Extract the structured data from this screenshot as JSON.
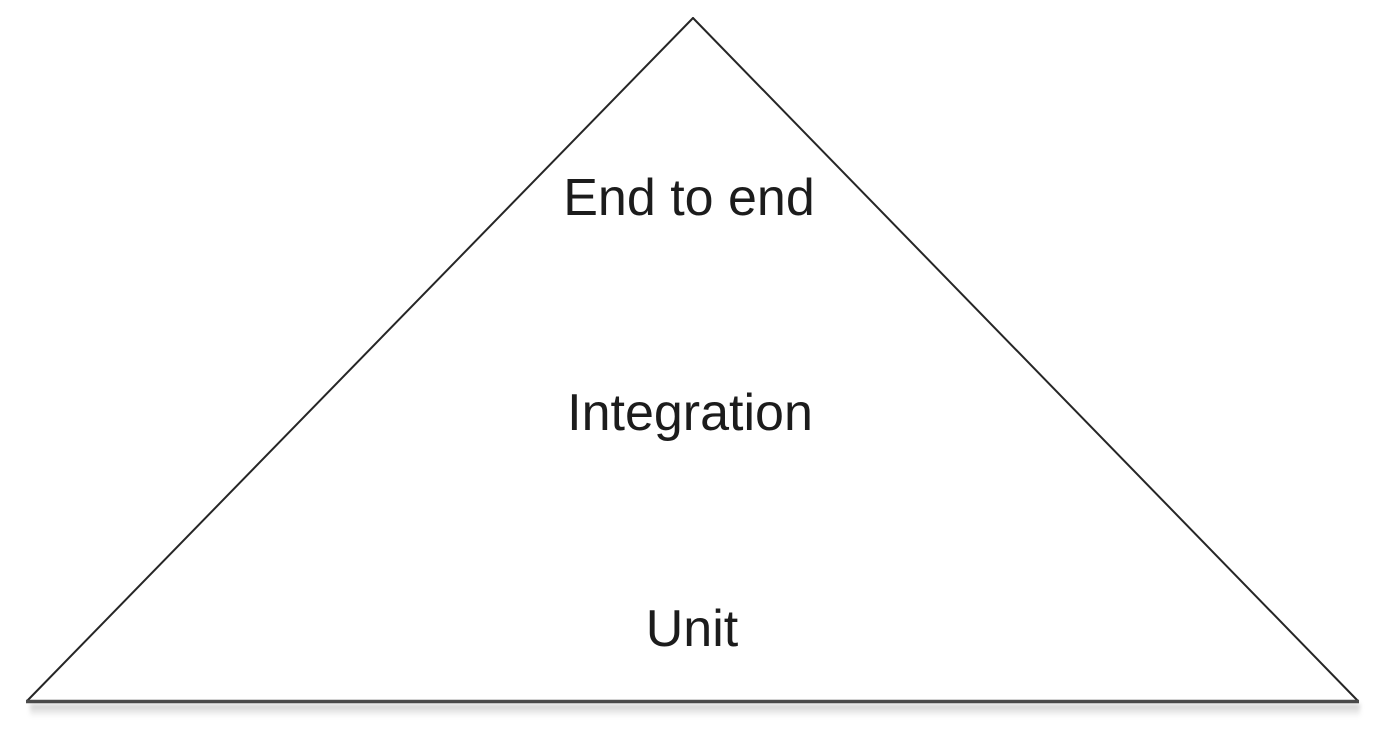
{
  "diagram": {
    "levels": [
      {
        "label": "End to end"
      },
      {
        "label": "Integration"
      },
      {
        "label": "Unit"
      }
    ]
  },
  "colors": {
    "background": "#ffffff",
    "diagonal_edge": "#262626",
    "base_edge": "#4d4d4d",
    "text": "#1c1c1c"
  }
}
